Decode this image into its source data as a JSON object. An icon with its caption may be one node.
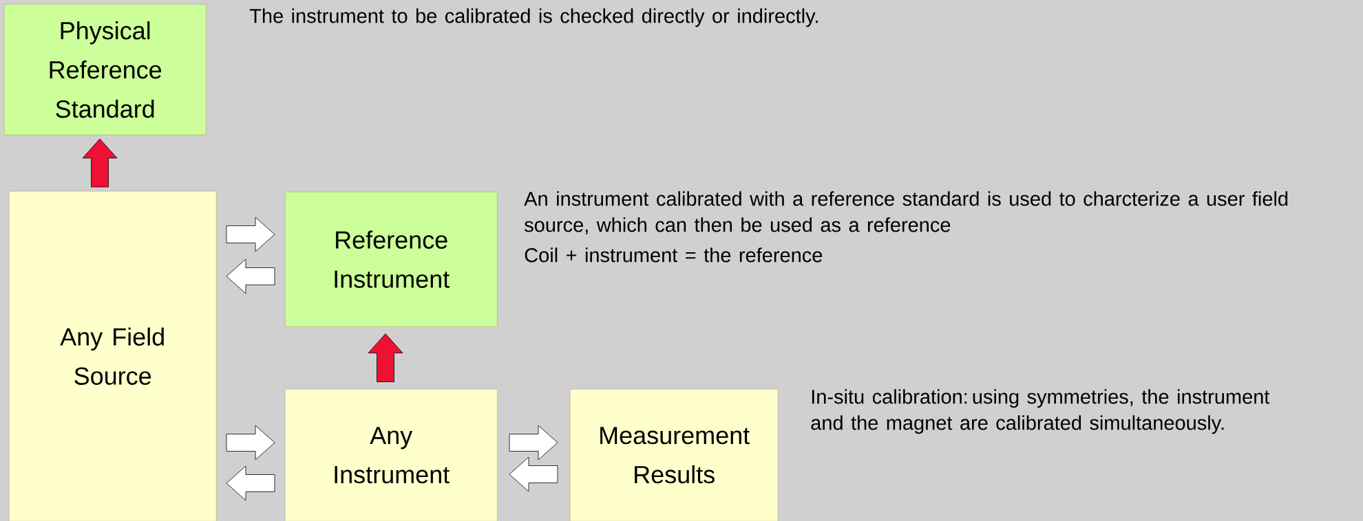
{
  "diagram": {
    "nodes": [
      {
        "text": [
          "Physical Reference Standard"
        ]
      },
      {
        "text": [
          "Any Field Source"
        ]
      },
      {
        "text": [
          "Reference Instrument"
        ]
      },
      {
        "text": [
          "Any Instrument"
        ]
      },
      {
        "text": [
          "Measurement Results"
        ]
      }
    ],
    "edges": [
      {
        "from": 1,
        "to": 0,
        "arrow": "to",
        "color": "#ee1133"
      },
      {
        "from": 1,
        "to": 2,
        "arrow": "to"
      },
      {
        "from": 2,
        "to": 1,
        "arrow": "to"
      },
      {
        "from": 1,
        "to": 3,
        "arrow": "to"
      },
      {
        "from": 3,
        "to": 1,
        "arrow": "to"
      },
      {
        "from": 3,
        "to": 4,
        "arrow": "to"
      },
      {
        "from": 4,
        "to": 3,
        "arrow": "to"
      },
      {
        "from": 3,
        "to": 2,
        "arrow": "to",
        "color": "#ee1133"
      }
    ],
    "labels": [
      "The instrument to be calibrated is checked directly or indirectly.",
      "An instrument calibrated with a reference standard is used to charcterize a user field source, which can then be used as a reference",
      "Coil + instrument = the reference",
      "In-situ calibration: using symmetries, the instrument and the magnet are calibrated simultaneously."
    ]
  }
}
